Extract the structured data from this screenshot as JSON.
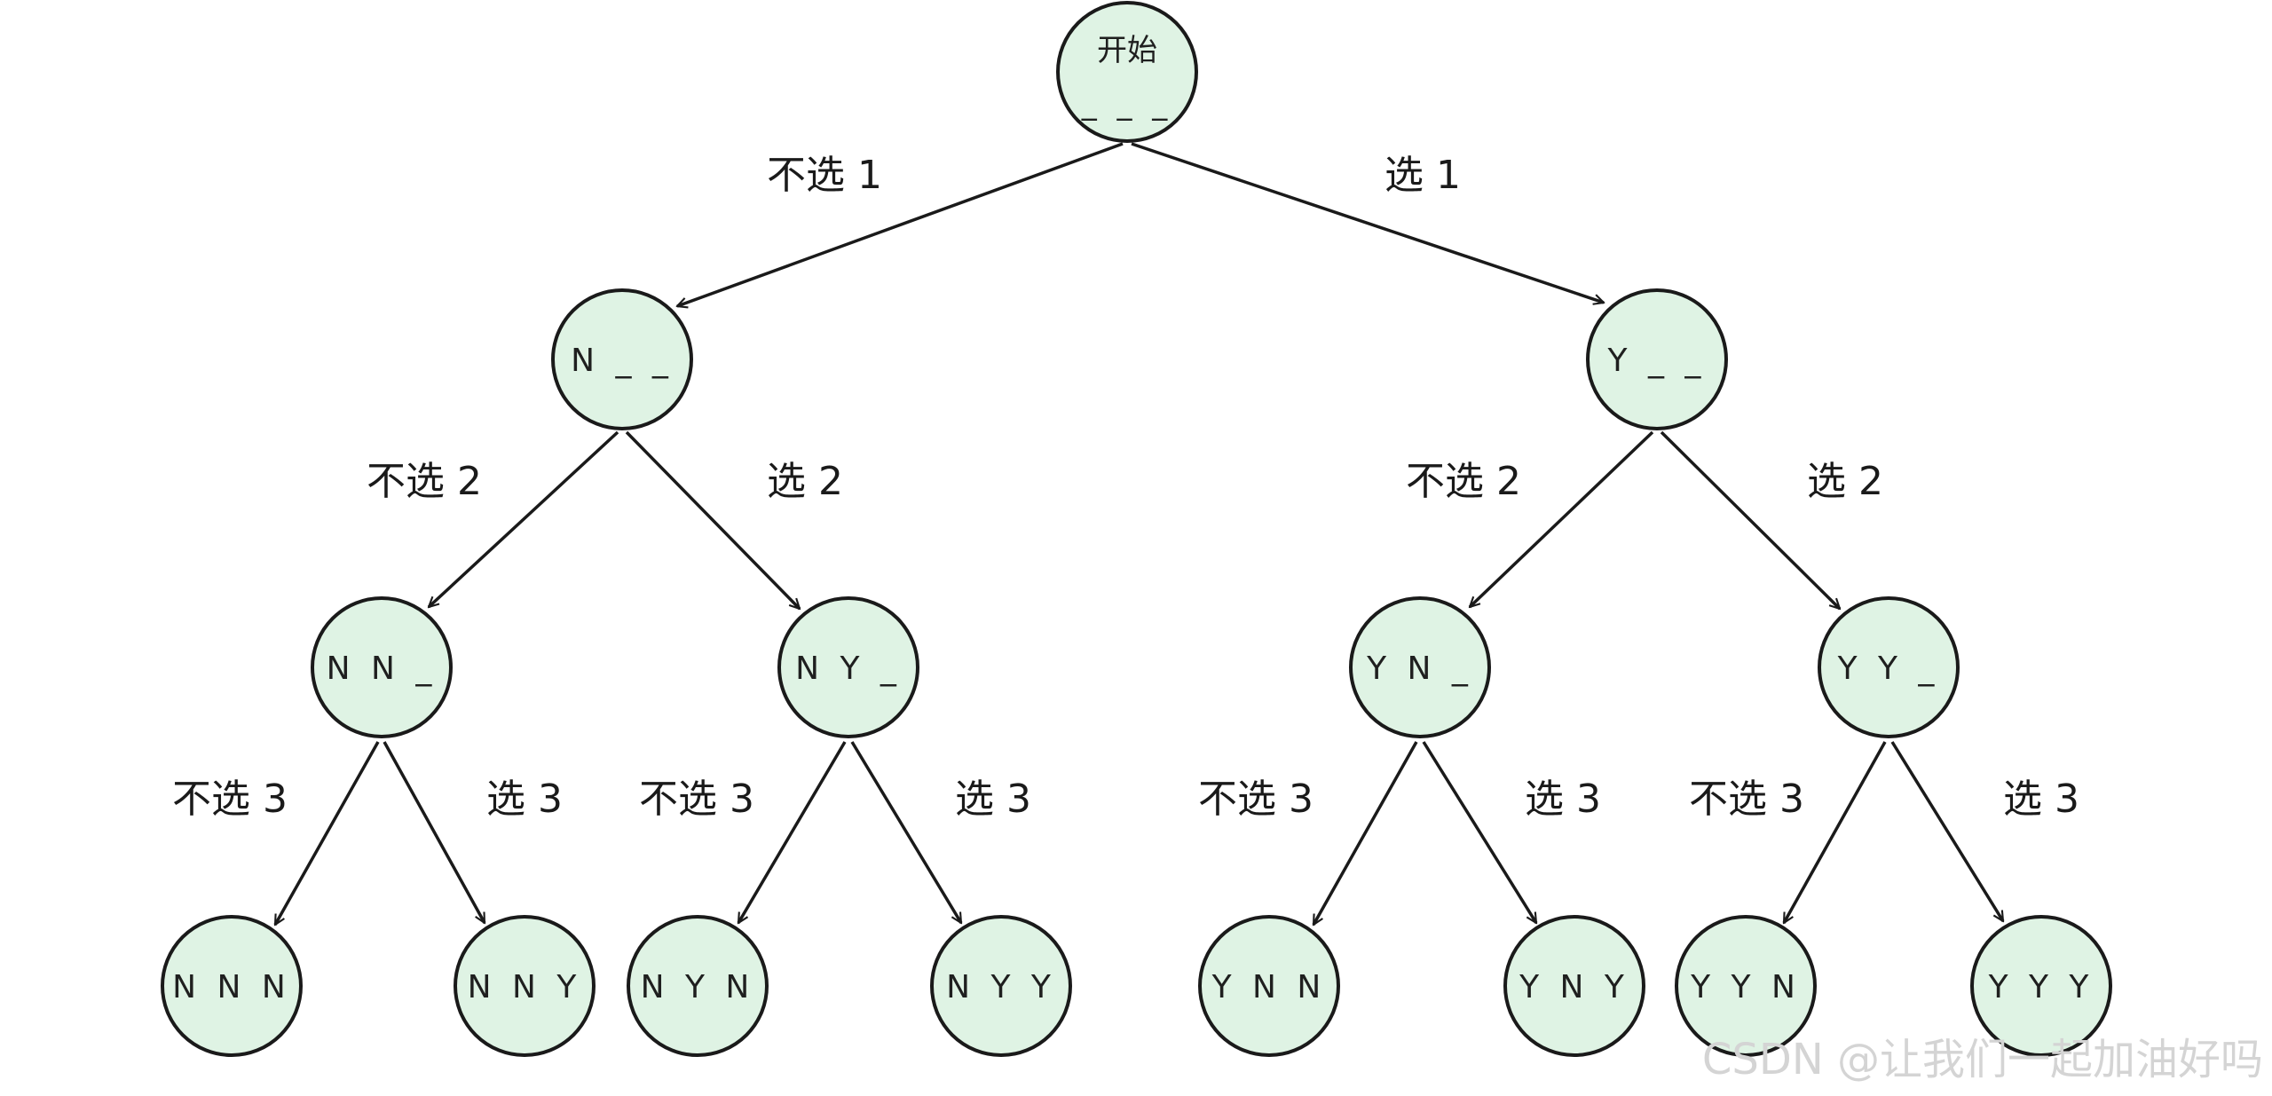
{
  "diagram": {
    "root": {
      "line1": "开始",
      "line2": "_ _ _"
    },
    "level1": [
      {
        "label": "N _ _",
        "edge": "不选 1"
      },
      {
        "label": "Y _ _",
        "edge": "选 1"
      }
    ],
    "level2": [
      {
        "label": "N N _",
        "edge": "不选 2"
      },
      {
        "label": "N Y _",
        "edge": "选 2"
      },
      {
        "label": "Y N _",
        "edge": "不选 2"
      },
      {
        "label": "Y Y _",
        "edge": "选 2"
      }
    ],
    "level3": [
      {
        "label": "N N N",
        "edge": "不选 3"
      },
      {
        "label": "N N Y",
        "edge": "选 3"
      },
      {
        "label": "N Y N",
        "edge": "不选 3"
      },
      {
        "label": "N Y Y",
        "edge": "选 3"
      },
      {
        "label": "Y N N",
        "edge": "不选 3"
      },
      {
        "label": "Y N Y",
        "edge": "选 3"
      },
      {
        "label": "Y Y N",
        "edge": "不选 3"
      },
      {
        "label": "Y Y Y",
        "edge": "选 3"
      }
    ]
  },
  "watermark": "CSDN @让我们一起加油好吗"
}
